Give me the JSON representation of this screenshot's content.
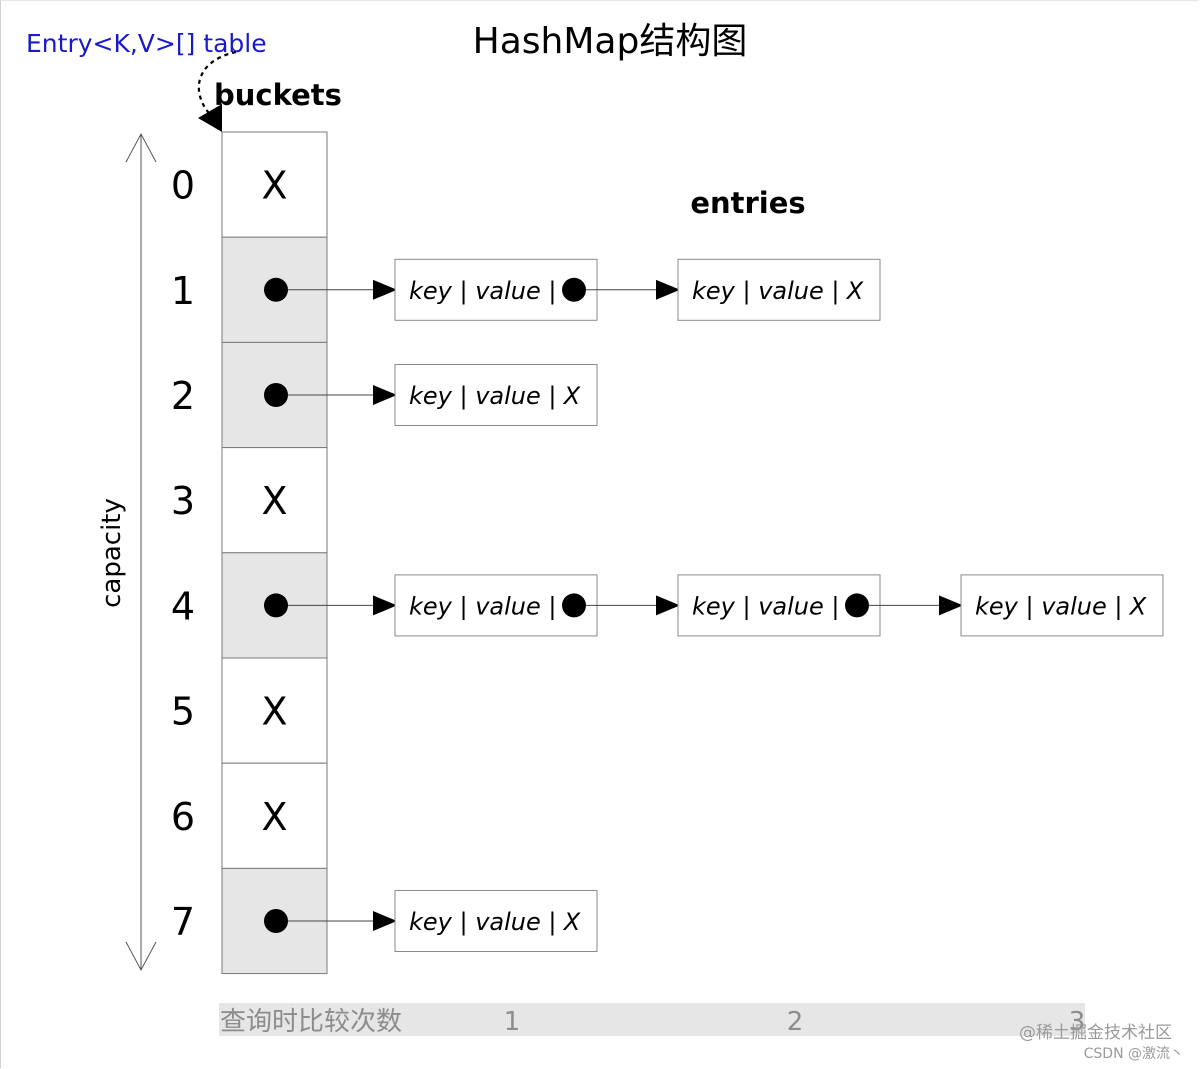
{
  "title": "HashMap结构图",
  "table_label": "Entry<K,V>[] table",
  "buckets_label": "buckets",
  "entries_label": "entries",
  "capacity_label": "capacity",
  "null_mark": "X",
  "entry_text": "key | value |",
  "buckets": [
    {
      "index": "0",
      "chain_length": 0
    },
    {
      "index": "1",
      "chain_length": 2
    },
    {
      "index": "2",
      "chain_length": 1
    },
    {
      "index": "3",
      "chain_length": 0
    },
    {
      "index": "4",
      "chain_length": 3
    },
    {
      "index": "5",
      "chain_length": 0
    },
    {
      "index": "6",
      "chain_length": 0
    },
    {
      "index": "7",
      "chain_length": 1
    }
  ],
  "footer": {
    "label": "查询时比较次数",
    "counts": [
      "1",
      "2",
      "3"
    ]
  },
  "watermark": {
    "line1": "@稀土掘金技术社区",
    "line2": "CSDN @激流丶"
  },
  "colors": {
    "table_label": "#1a1acc",
    "occupied_fill": "#e6e6e6",
    "empty_fill": "#ffffff",
    "footer_bar": "#e6e6e6",
    "footer_text": "#8c8c8c"
  }
}
